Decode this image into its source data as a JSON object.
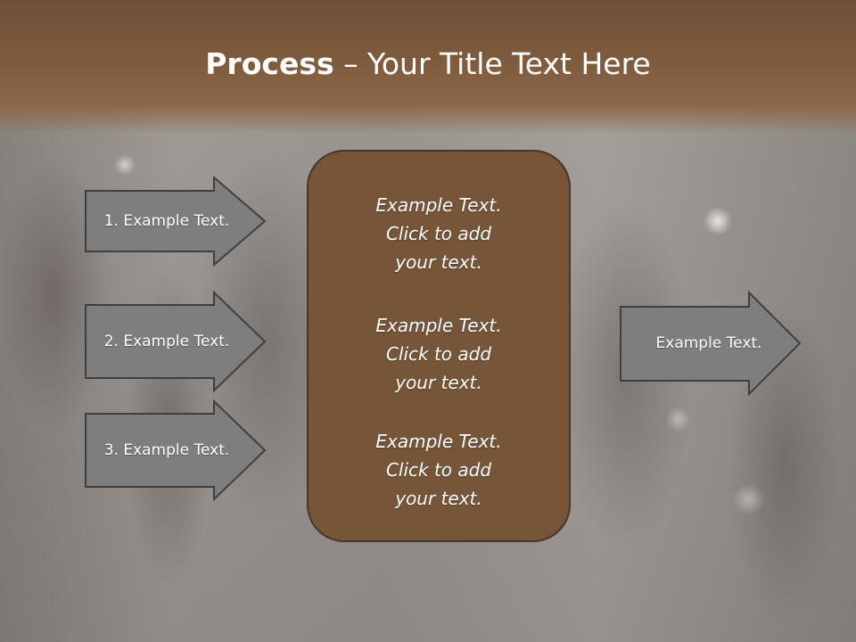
{
  "title": {
    "bold": "Process",
    "rest": " – Your Title Text Here"
  },
  "left_arrows": [
    {
      "label": "1. Example Text."
    },
    {
      "label": "2. Example Text."
    },
    {
      "label": "3. Example Text."
    }
  ],
  "center_box": {
    "items": [
      {
        "text": "Example Text.\nClick  to add\nyour text."
      },
      {
        "text": "Example Text.\nClick  to add\nyour text."
      },
      {
        "text": "Example Text.\nClick  to add\nyour text."
      }
    ]
  },
  "right_arrow": {
    "label": "Example Text."
  },
  "colors": {
    "title_bar": "#7f5b3d",
    "center_box": "#765539",
    "arrow_fill": "#7e7e7e",
    "arrow_stroke": "#3f3f3f",
    "text": "#ffffff"
  }
}
